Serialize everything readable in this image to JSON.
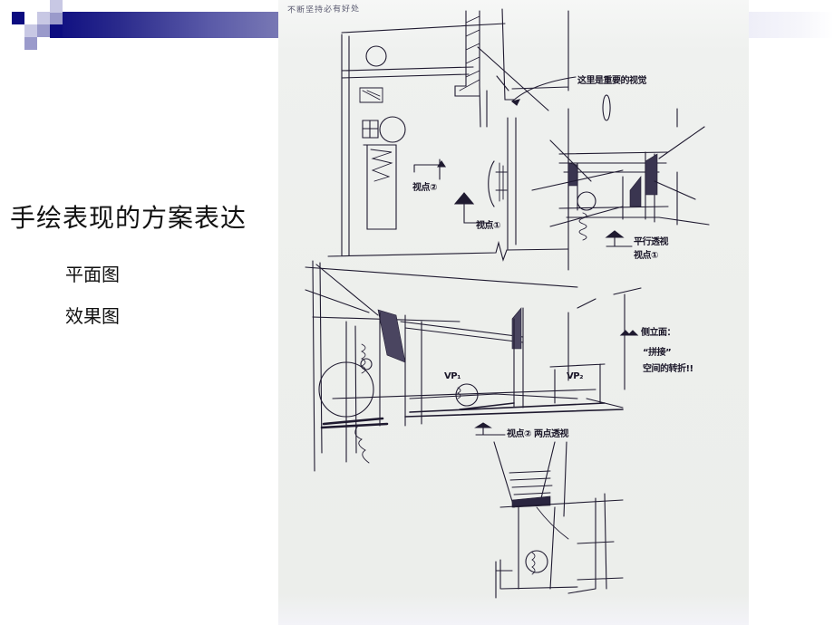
{
  "slide": {
    "title": "手绘表现的方案表达",
    "bullets": [
      "平面图",
      "效果图"
    ]
  },
  "photo": {
    "caption": "不断坚持必有好处",
    "annotations": {
      "top_right_note": "这里是重要的视觉",
      "viewpoint_2": "视点②",
      "viewpoint_1": "视点①",
      "parallel_perspective": "平行透视",
      "viewpoint_1b": "视点①",
      "side_view_line1": "侧立面：",
      "side_view_line2": "“拼接”",
      "side_view_line3": "空间的转折!!",
      "vp1": "VP₁",
      "vp2": "VP₂",
      "two_point": "视点② 两点透视"
    }
  },
  "colors": {
    "banner_dark": "#0c0c80",
    "banner_mid": "#5a5aa8",
    "square_light": "#c8c8e4",
    "square_mid": "#9a9acb",
    "paper": "#edefec",
    "ink": "#1a1628"
  }
}
